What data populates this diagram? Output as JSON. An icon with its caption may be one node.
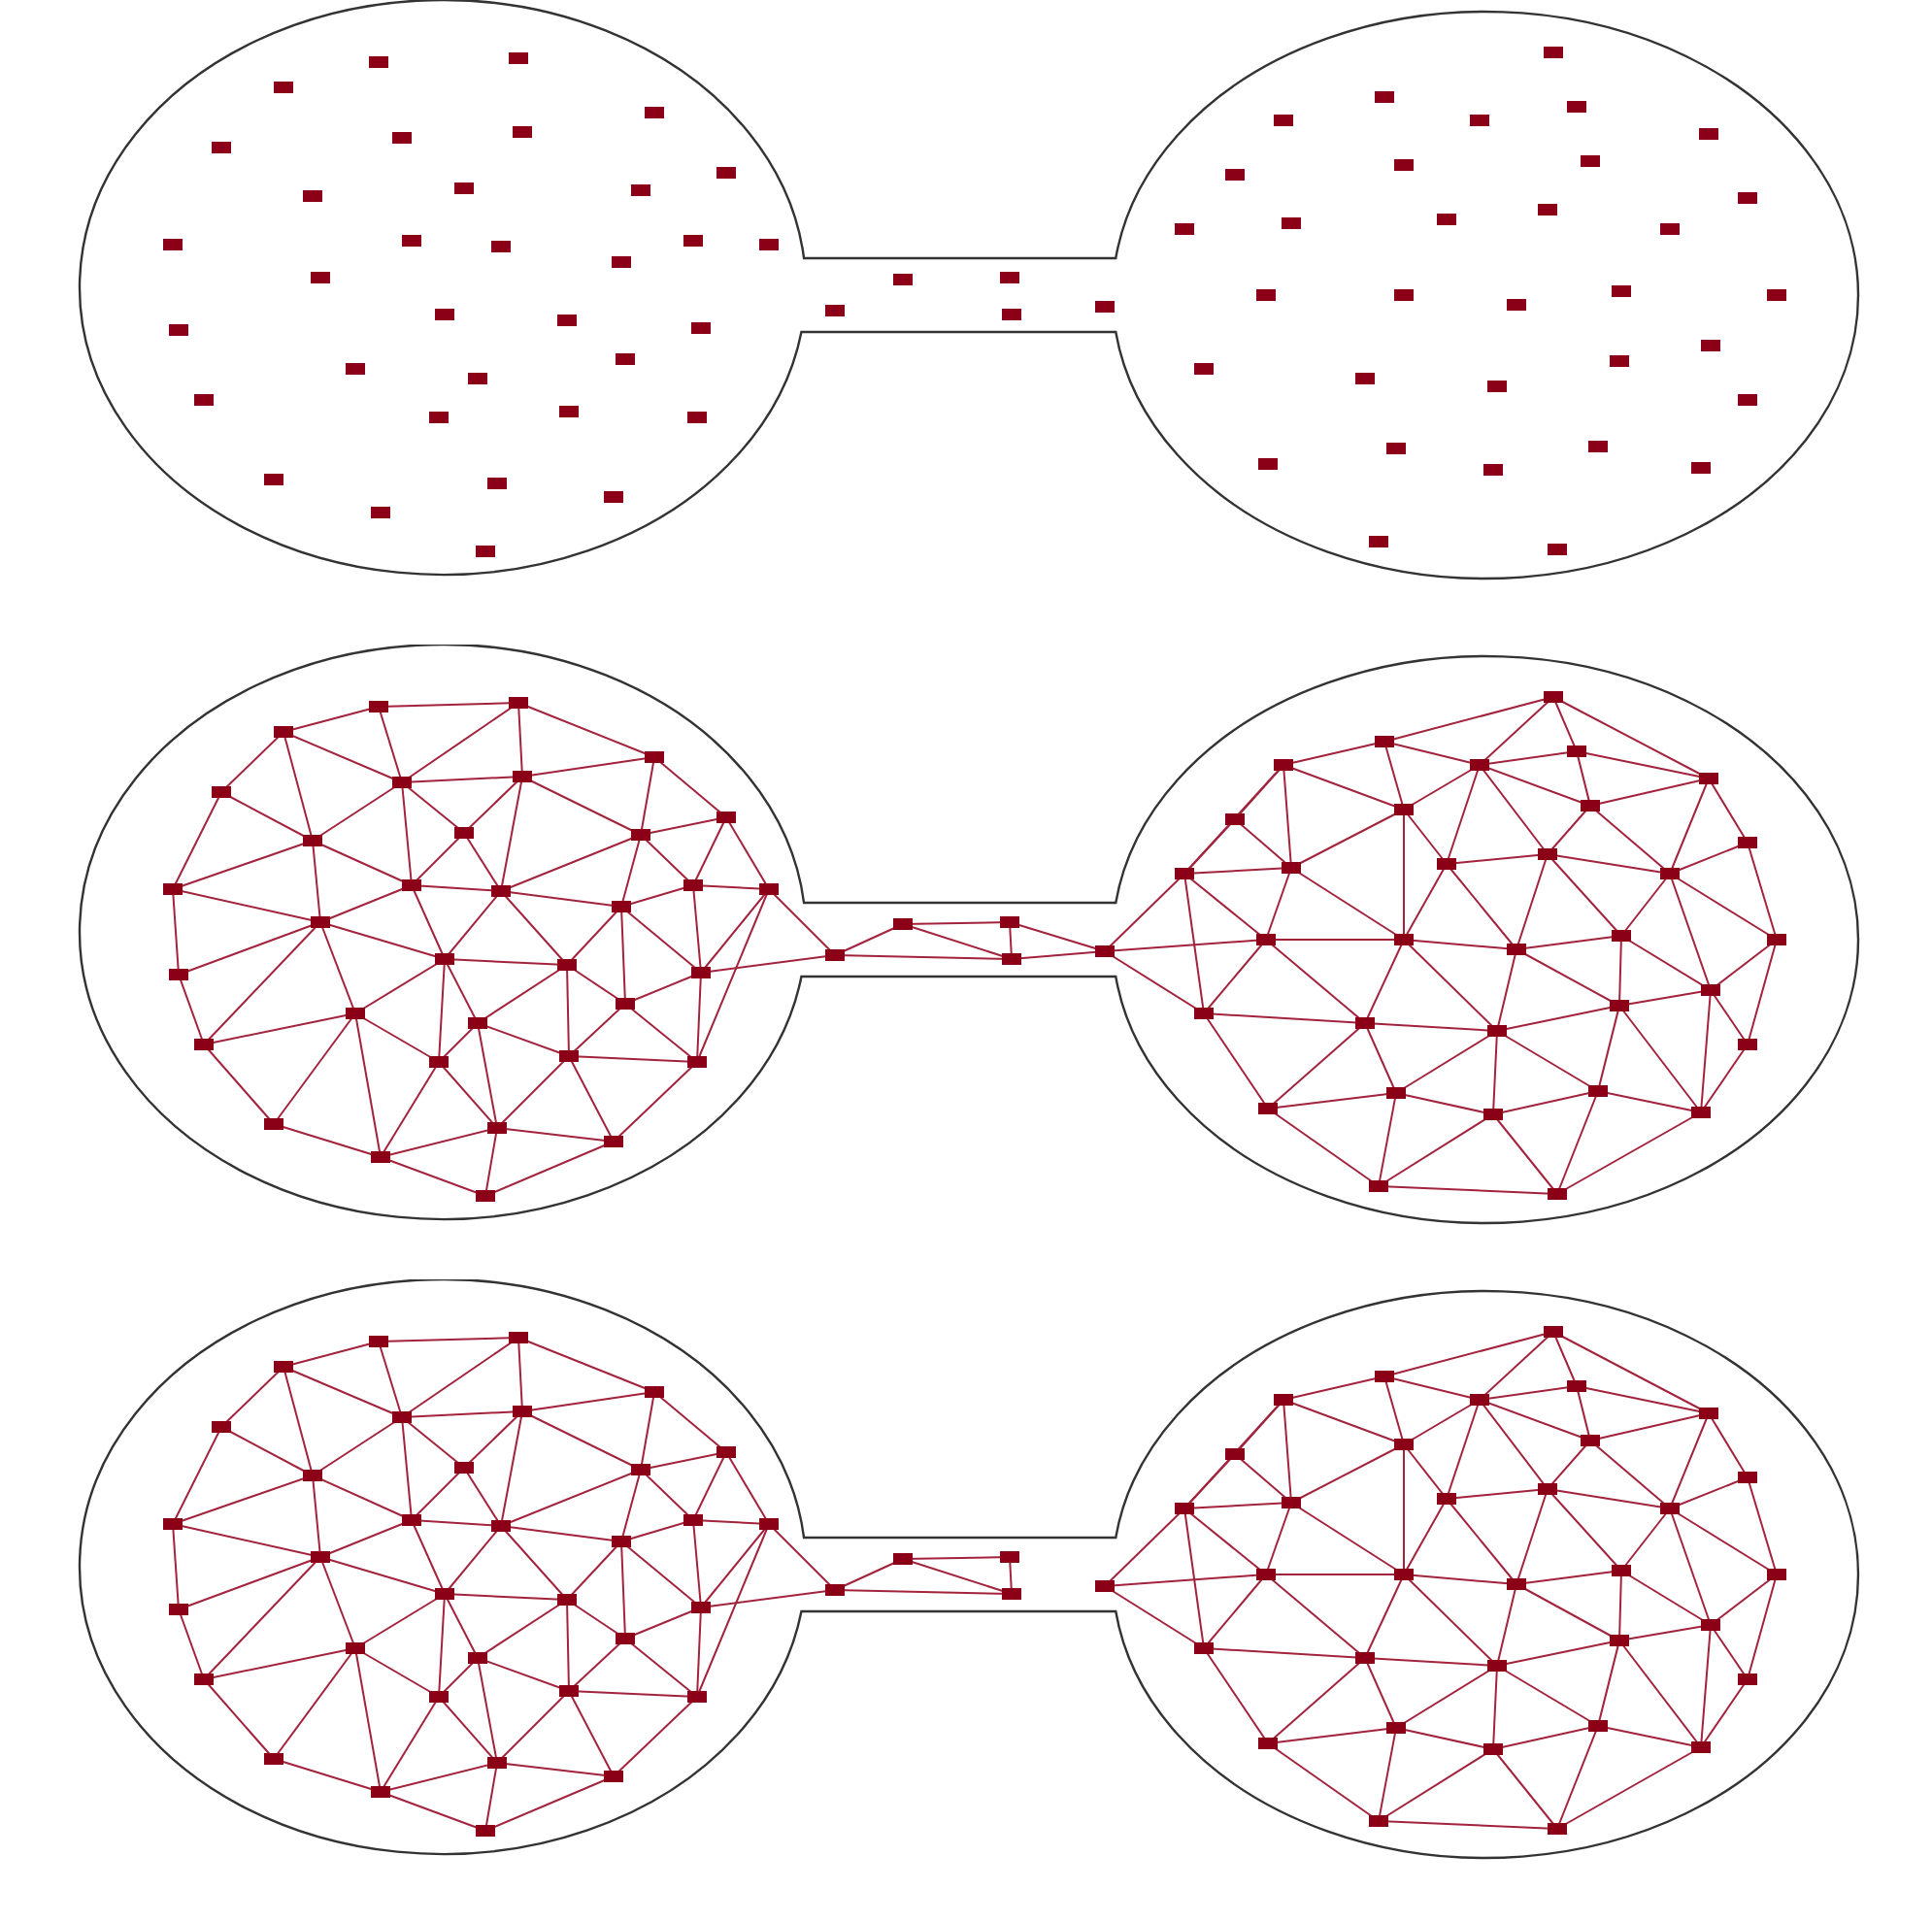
{
  "diagram": {
    "nodes": [
      {
        "text": [],
        "shape": "picture"
      },
      {
        "text": [],
        "shape": "picture"
      },
      {
        "text": [],
        "shape": "picture"
      }
    ]
  }
}
